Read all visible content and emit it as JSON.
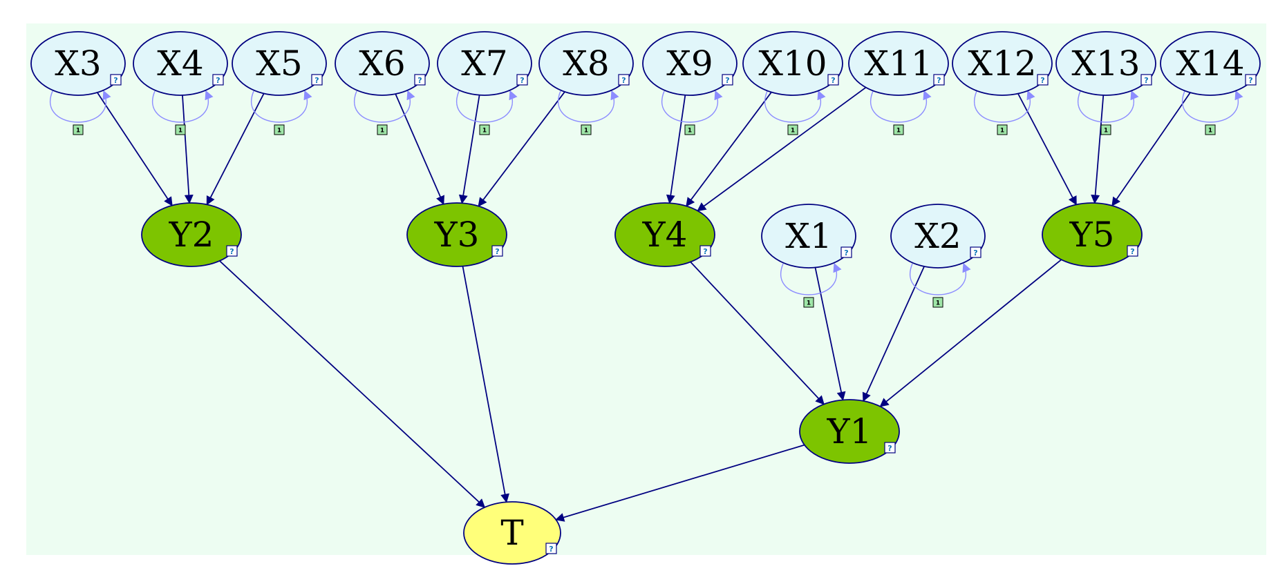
{
  "colors": {
    "canvas_bg": "#edfdf2",
    "x_fill": "#e1f6fa",
    "y_fill": "#7dc400",
    "t_fill": "#ffff7a",
    "node_stroke": "#000080",
    "edge_color": "#000080",
    "loop_color": "#8c8cff",
    "badge_fill": "#ffffff",
    "badge_stroke": "#000080",
    "badge_text": "#0a73b8",
    "loop_badge_fill": "#9fe6a8",
    "loop_badge_stroke": "#000000"
  },
  "diagram": {
    "badge_symbol": "?",
    "loop_symbol": "1",
    "nodes": [
      {
        "id": "X3",
        "label": "X3",
        "kind": "input"
      },
      {
        "id": "X4",
        "label": "X4",
        "kind": "input"
      },
      {
        "id": "X5",
        "label": "X5",
        "kind": "input"
      },
      {
        "id": "X6",
        "label": "X6",
        "kind": "input"
      },
      {
        "id": "X7",
        "label": "X7",
        "kind": "input"
      },
      {
        "id": "X8",
        "label": "X8",
        "kind": "input"
      },
      {
        "id": "X9",
        "label": "X9",
        "kind": "input"
      },
      {
        "id": "X10",
        "label": "X10",
        "kind": "input"
      },
      {
        "id": "X11",
        "label": "X11",
        "kind": "input"
      },
      {
        "id": "X12",
        "label": "X12",
        "kind": "input"
      },
      {
        "id": "X13",
        "label": "X13",
        "kind": "input"
      },
      {
        "id": "X14",
        "label": "X14",
        "kind": "input"
      },
      {
        "id": "X1",
        "label": "X1",
        "kind": "input"
      },
      {
        "id": "X2",
        "label": "X2",
        "kind": "input"
      },
      {
        "id": "Y2",
        "label": "Y2",
        "kind": "intermediate"
      },
      {
        "id": "Y3",
        "label": "Y3",
        "kind": "intermediate"
      },
      {
        "id": "Y4",
        "label": "Y4",
        "kind": "intermediate"
      },
      {
        "id": "Y5",
        "label": "Y5",
        "kind": "intermediate"
      },
      {
        "id": "Y1",
        "label": "Y1",
        "kind": "intermediate"
      },
      {
        "id": "T",
        "label": "T",
        "kind": "target"
      }
    ],
    "edges": [
      {
        "from": "X3",
        "to": "Y2"
      },
      {
        "from": "X4",
        "to": "Y2"
      },
      {
        "from": "X5",
        "to": "Y2"
      },
      {
        "from": "X6",
        "to": "Y3"
      },
      {
        "from": "X7",
        "to": "Y3"
      },
      {
        "from": "X8",
        "to": "Y3"
      },
      {
        "from": "X9",
        "to": "Y4"
      },
      {
        "from": "X10",
        "to": "Y4"
      },
      {
        "from": "X11",
        "to": "Y4"
      },
      {
        "from": "X12",
        "to": "Y5"
      },
      {
        "from": "X13",
        "to": "Y5"
      },
      {
        "from": "X14",
        "to": "Y5"
      },
      {
        "from": "Y4",
        "to": "Y1"
      },
      {
        "from": "X1",
        "to": "Y1"
      },
      {
        "from": "X2",
        "to": "Y1"
      },
      {
        "from": "Y5",
        "to": "Y1"
      },
      {
        "from": "Y2",
        "to": "T"
      },
      {
        "from": "Y3",
        "to": "T"
      },
      {
        "from": "Y1",
        "to": "T"
      }
    ],
    "self_loops": [
      "X3",
      "X4",
      "X5",
      "X6",
      "X7",
      "X8",
      "X9",
      "X10",
      "X11",
      "X12",
      "X13",
      "X14",
      "X1",
      "X2"
    ]
  }
}
